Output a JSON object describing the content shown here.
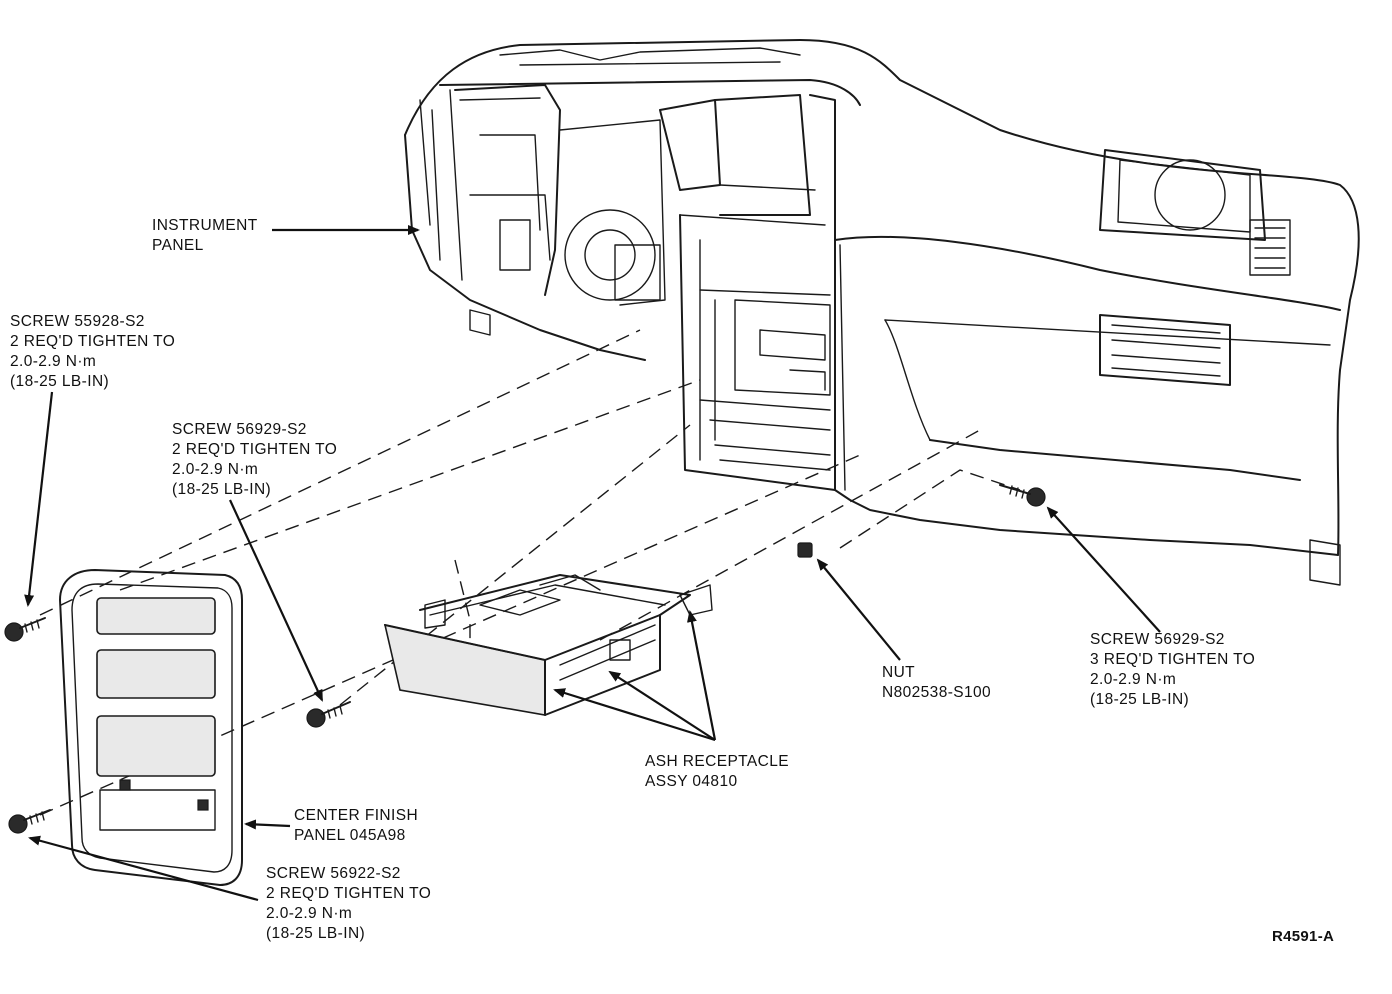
{
  "callouts": {
    "instrument_panel": [
      "INSTRUMENT",
      "PANEL"
    ],
    "screw_left_top": [
      "SCREW 55928-S2",
      "2 REQ'D TIGHTEN TO",
      "2.0-2.9 N·m",
      "(18-25 LB-IN)"
    ],
    "screw_left_mid": [
      "SCREW 56929-S2",
      "2 REQ'D TIGHTEN TO",
      "2.0-2.9 N·m",
      "(18-25 LB-IN)"
    ],
    "nut": [
      "NUT",
      "N802538-S100"
    ],
    "screw_right": [
      "SCREW 56929-S2",
      "3 REQ'D TIGHTEN TO",
      "2.0-2.9 N·m",
      "(18-25 LB-IN)"
    ],
    "ash_receptacle": [
      "ASH RECEPTACLE",
      "ASSY 04810"
    ],
    "center_finish_panel": [
      "CENTER FINISH",
      "PANEL 045A98"
    ],
    "screw_bottom": [
      "SCREW 56922-S2",
      "2 REQ'D TIGHTEN TO",
      "2.0-2.9 N·m",
      "(18-25 LB-IN)"
    ]
  },
  "figure_id": "R4591-A"
}
